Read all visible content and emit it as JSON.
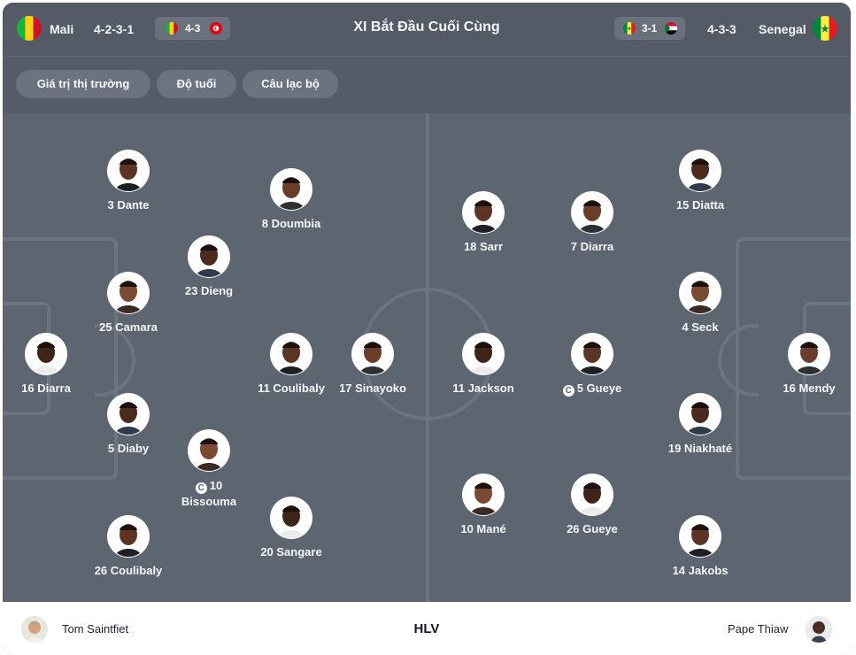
{
  "header": {
    "home_team": "Mali",
    "home_formation": "4-2-3-1",
    "home_recent": "4-3",
    "title": "XI Bắt Đầu Cuối Cùng",
    "away_recent": "3-1",
    "away_formation": "4-3-3",
    "away_team": "Senegal",
    "home_flag_icon": "mali-flag-icon",
    "away_flag_icon": "senegal-flag-icon"
  },
  "filters": [
    "Giá trị thị trường",
    "Độ tuổi",
    "Câu lạc bộ"
  ],
  "home_players": [
    {
      "name": "3 Dante"
    },
    {
      "name": "8 Doumbia"
    },
    {
      "name": "23 Dieng"
    },
    {
      "name": "25 Camara"
    },
    {
      "name": "16 Diarra"
    },
    {
      "name": "11 Coulibaly"
    },
    {
      "name": "17 Sinayoko"
    },
    {
      "name": "5 Diaby"
    },
    {
      "name": "10 Bissouma",
      "captain": true
    },
    {
      "name": "20 Sangare"
    },
    {
      "name": "26 Coulibaly"
    }
  ],
  "away_players": [
    {
      "name": "18 Sarr"
    },
    {
      "name": "7 Diarra"
    },
    {
      "name": "15 Diatta"
    },
    {
      "name": "4 Seck"
    },
    {
      "name": "11 Jackson"
    },
    {
      "name": "5 Gueye",
      "captain": true
    },
    {
      "name": "16 Mendy"
    },
    {
      "name": "19 Niakhaté"
    },
    {
      "name": "10 Mané"
    },
    {
      "name": "26 Gueye"
    },
    {
      "name": "14 Jakobs"
    }
  ],
  "footer": {
    "home_coach": "Tom Saintfiet",
    "label": "HLV",
    "away_coach": "Pape Thiaw"
  },
  "colors": {
    "pitch": "#5d6571",
    "header": "#545b67",
    "chip": "#6b7380",
    "lines": "#6c7480"
  }
}
